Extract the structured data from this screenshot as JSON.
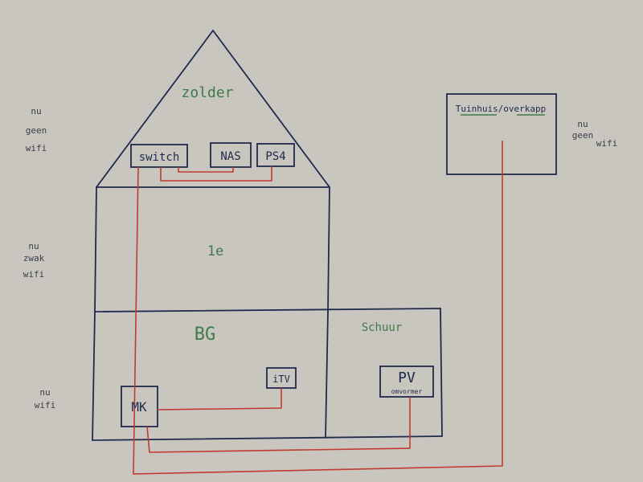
{
  "diagram": {
    "floors": {
      "attic": "zolder",
      "first": "1e",
      "ground": "BG",
      "shed": "Schuur",
      "garden": "Tuinhuis/overkapp"
    },
    "devices": {
      "switch": "switch",
      "nas": "NAS",
      "ps4": "PS4",
      "itv": "iTV",
      "mk": "MK",
      "pv": "PV",
      "pv_sub": "omvormer"
    },
    "notes": {
      "attic_l1": "nu",
      "attic_l2": "geen",
      "attic_l3": "wifi",
      "first_l1": "nu",
      "first_l2": "zwak",
      "first_l3": "wifi",
      "ground_l1": "nu",
      "ground_l2": "wifi",
      "garden_l1": "nu",
      "garden_l2": "geen",
      "garden_l3": "wifi"
    },
    "colors": {
      "paper": "#c9c6c0",
      "blue_ink": "#1f2a4d",
      "red_ink": "#c23a2e",
      "green_ink": "#3f7a4a",
      "note_ink": "#3a3d4a"
    }
  }
}
